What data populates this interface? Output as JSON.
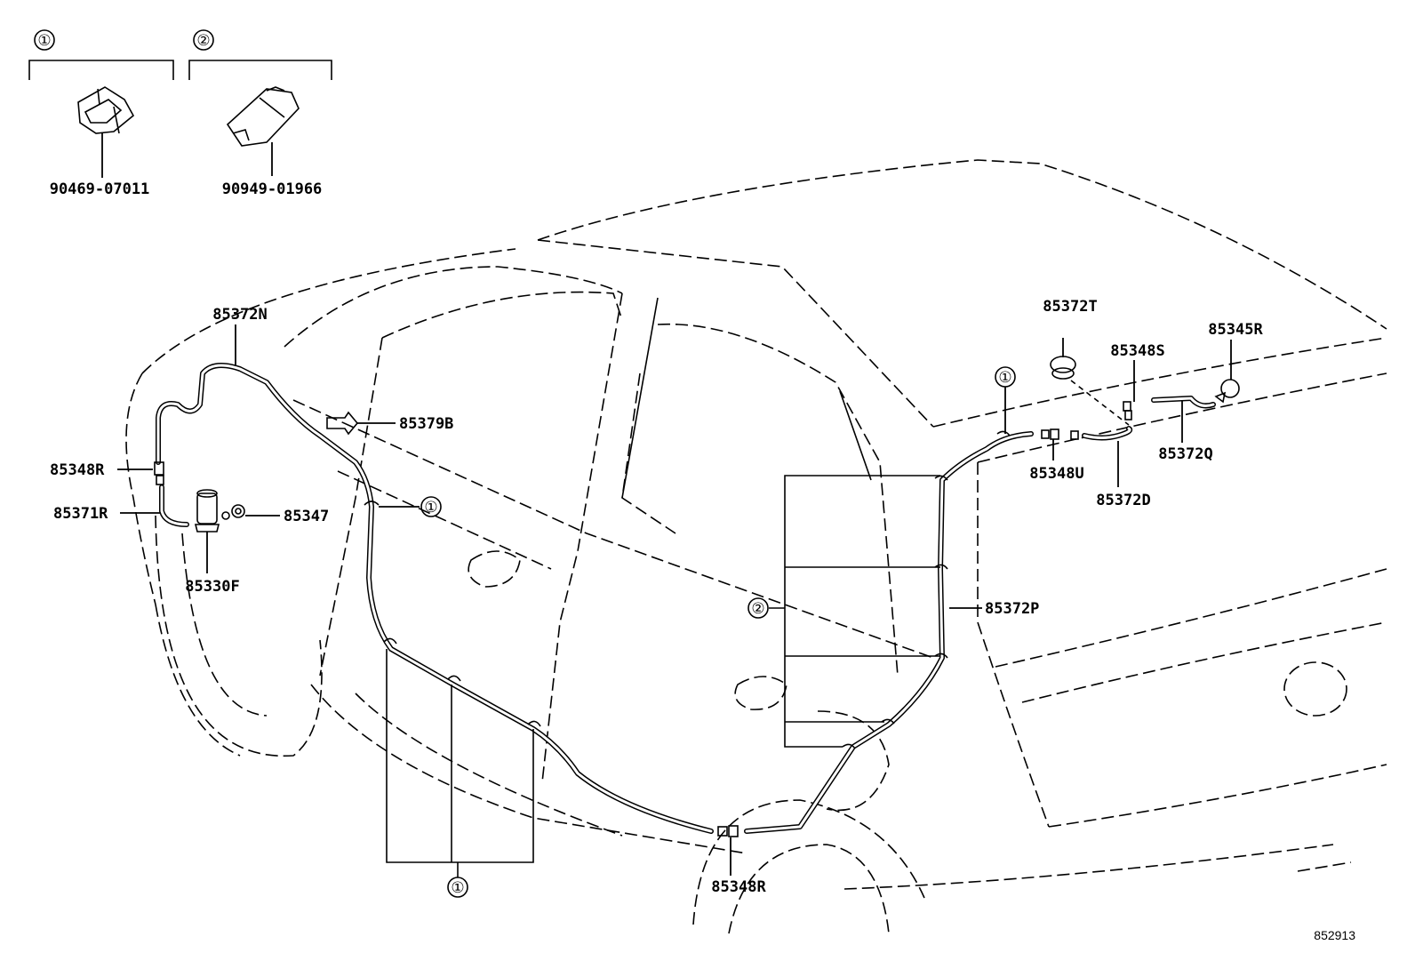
{
  "legend": {
    "clip1": {
      "ref": "①",
      "part": "90469-07011"
    },
    "clip2": {
      "ref": "②",
      "part": "90949-01966"
    }
  },
  "parts": {
    "p85372N": "85372N",
    "p85379B": "85379B",
    "p85348R_front": "85348R",
    "p85371R": "85371R",
    "p85347": "85347",
    "p85330F": "85330F",
    "p85372T": "85372T",
    "p85348S": "85348S",
    "p85345R": "85345R",
    "p85372Q": "85372Q",
    "p85348U": "85348U",
    "p85372D": "85372D",
    "p85372P": "85372P",
    "p85348R_rear": "85348R"
  },
  "refs": {
    "one": "①",
    "two": "②"
  },
  "figure_number": "852913"
}
